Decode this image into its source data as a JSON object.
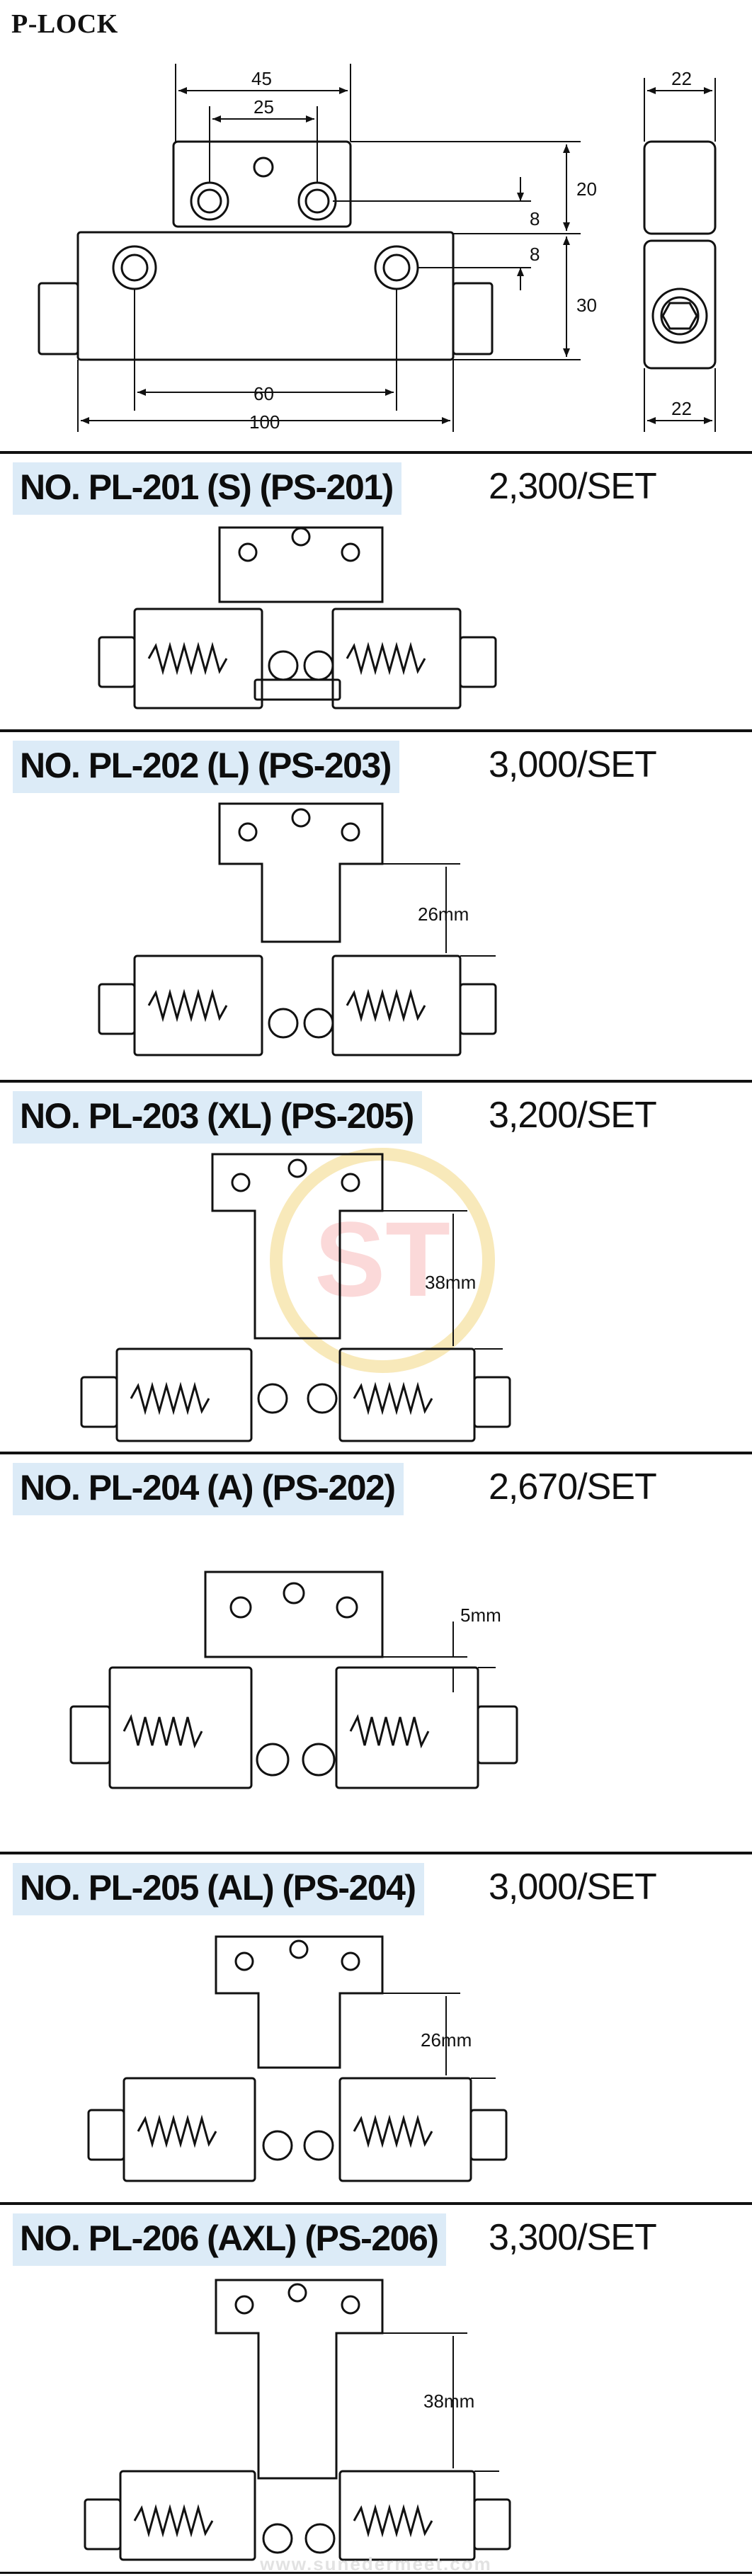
{
  "title": "P-LOCK",
  "dimensions": {
    "d45": "45",
    "d25": "25",
    "d22_top": "22",
    "d20": "20",
    "d8a": "8",
    "d8b": "8",
    "d30": "30",
    "d60": "60",
    "d100": "100",
    "d22_bottom": "22"
  },
  "products": [
    {
      "model": "NO. PL-201 (S) (PS-201)",
      "price": "2,300/SET",
      "drop": ""
    },
    {
      "model": "NO. PL-202 (L) (PS-203)",
      "price": "3,000/SET",
      "drop": "26mm"
    },
    {
      "model": "NO. PL-203 (XL) (PS-205)",
      "price": "3,200/SET",
      "drop": "38mm"
    },
    {
      "model": "NO. PL-204 (A) (PS-202)",
      "price": "2,670/SET",
      "drop": "5mm"
    },
    {
      "model": "NO. PL-205 (AL) (PS-204)",
      "price": "3,000/SET",
      "drop": "26mm"
    },
    {
      "model": "NO. PL-206 (AXL) (PS-206)",
      "price": "3,300/SET",
      "drop": "38mm"
    }
  ],
  "watermark": "www.sunedermeet.com"
}
